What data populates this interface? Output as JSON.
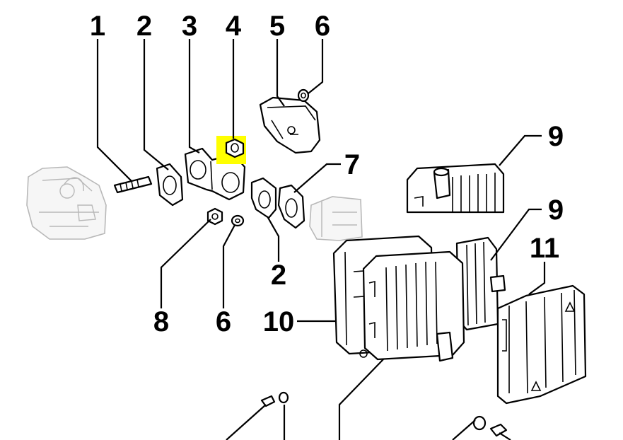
{
  "callouts": {
    "c1": "1",
    "c2_top": "2",
    "c3": "3",
    "c4": "4",
    "c5": "5",
    "c6_top": "6",
    "c7": "7",
    "c9_top": "9",
    "c9_mid": "9",
    "c11": "11",
    "c2_bottom": "2",
    "c8": "8",
    "c6_bottom": "6",
    "c10": "10"
  },
  "highlight": {
    "part": "4",
    "color": "#ffff00"
  },
  "colors": {
    "ink": "#000000",
    "ghost": "#b8b8b8",
    "background": "#ffffff"
  }
}
